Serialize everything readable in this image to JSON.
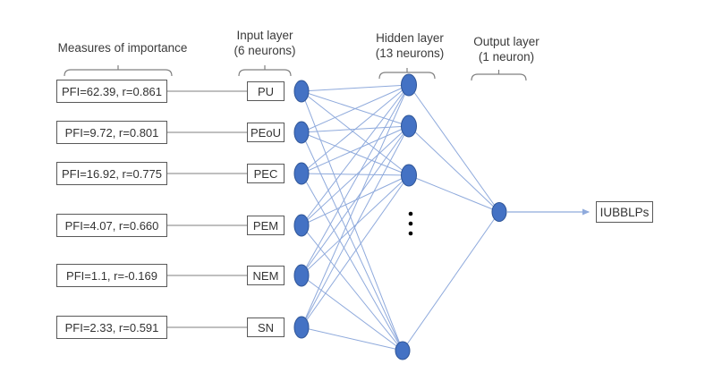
{
  "diagram": {
    "columns": [
      {
        "title": "Measures of importance",
        "subtitle": ""
      },
      {
        "title": "Input layer",
        "subtitle": "(6 neurons)"
      },
      {
        "title": "Hidden layer",
        "subtitle": "(13 neurons)"
      },
      {
        "title": "Output layer",
        "subtitle": "(1 neuron)"
      }
    ],
    "measures": [
      "PFI=62.39, r=0.861",
      "PFI=9.72, r=0.801",
      "PFI=16.92, r=0.775",
      "PFI=4.07, r=0.660",
      "PFI=1.1, r=-0.169",
      "PFI=2.33, r=0.591"
    ],
    "inputs": [
      "PU",
      "PEoU",
      "PEC",
      "PEM",
      "NEM",
      "SN"
    ],
    "output_label": "IUBBLPs",
    "counts": {
      "input_neurons": 6,
      "hidden_neurons": 13,
      "output_neurons": 1
    },
    "hidden_neurons_shown": 4,
    "ellipsis_dots": 3,
    "colors": {
      "neuron_fill": "#4472c4",
      "neuron_stroke": "#2f5597",
      "edge": "#8faadc",
      "connector": "#7f7f7f",
      "box_border": "#595959",
      "brace": "#808080",
      "dots": "#000000"
    }
  }
}
